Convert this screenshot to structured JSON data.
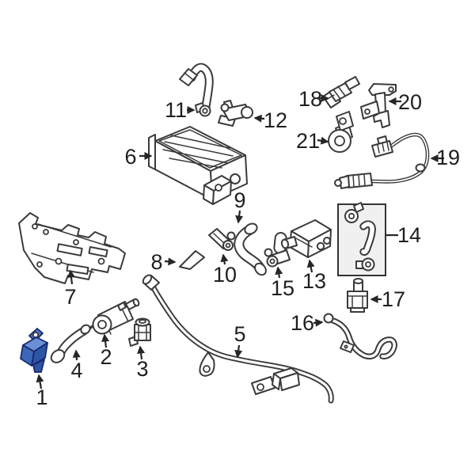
{
  "diagram": {
    "type": "exploded-parts-diagram",
    "colors": {
      "background": "#ffffff",
      "line": "#3a3a3a",
      "label_text": "#1f1f1f",
      "highlight_fill": "#3b67b8",
      "highlight_outline": "#18286e",
      "kit_box_fill": "#f0f0f0"
    },
    "highlighted_callout": "1",
    "callouts": [
      {
        "number": "1"
      },
      {
        "number": "2"
      },
      {
        "number": "3"
      },
      {
        "number": "4"
      },
      {
        "number": "5"
      },
      {
        "number": "6"
      },
      {
        "number": "7"
      },
      {
        "number": "8"
      },
      {
        "number": "9"
      },
      {
        "number": "10"
      },
      {
        "number": "11"
      },
      {
        "number": "12"
      },
      {
        "number": "13"
      },
      {
        "number": "14"
      },
      {
        "number": "15"
      },
      {
        "number": "16"
      },
      {
        "number": "17"
      },
      {
        "number": "18"
      },
      {
        "number": "19"
      },
      {
        "number": "20"
      },
      {
        "number": "21"
      }
    ]
  }
}
